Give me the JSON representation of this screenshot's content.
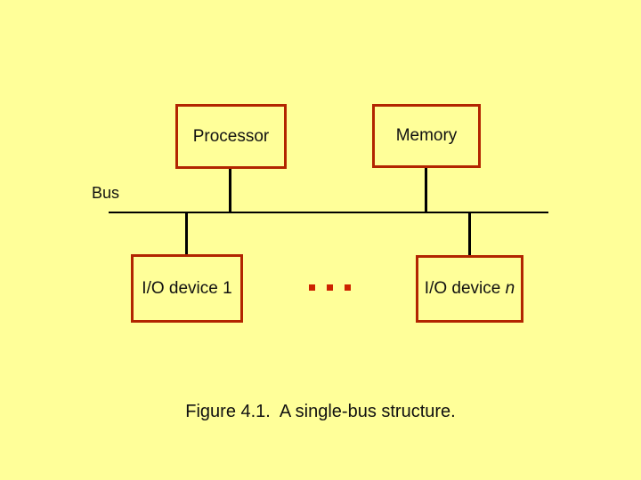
{
  "slide": {
    "title": "Single-bus structure diagram",
    "colors": {
      "background": "#FFFF99",
      "box_border": "#B22500",
      "ellipsis_dot": "#CC2200",
      "line": "#000000",
      "text": "#111111"
    },
    "boxes": {
      "processor": {
        "label": "Processor"
      },
      "memory": {
        "label": "Memory"
      },
      "io_device_1": {
        "label": "I/O device 1"
      },
      "io_device_n": {
        "label_prefix": "I/O device ",
        "label_suffix_italic": "n"
      }
    },
    "bus": {
      "label": "Bus"
    },
    "ellipsis": {
      "dot_count": 3
    },
    "caption": "Figure 4.1.  A single-bus structure."
  }
}
